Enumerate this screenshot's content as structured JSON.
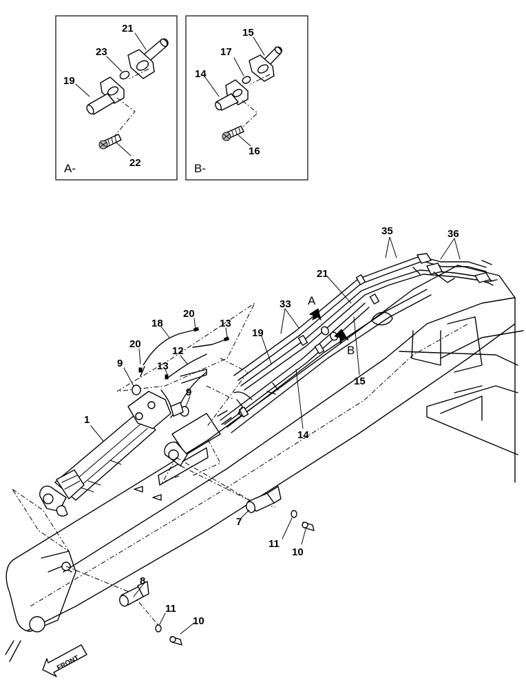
{
  "inset_a": {
    "caption": "A-",
    "labels": {
      "p21": "21",
      "p23": "23",
      "p19": "19",
      "p22": "22"
    }
  },
  "inset_b": {
    "caption": "B-",
    "labels": {
      "p15": "15",
      "p17": "17",
      "p14": "14",
      "p16": "16"
    }
  },
  "view_markers": {
    "a": "A",
    "b": "B"
  },
  "part_labels": {
    "p35": "35",
    "p36": "36",
    "p21": "21",
    "p33": "33",
    "p19": "19",
    "p15": "15",
    "p14": "14",
    "p18": "18",
    "p20a": "20",
    "p20b": "20",
    "p13a": "13",
    "p13b": "13",
    "p12": "12",
    "p9a": "9",
    "p9b": "9",
    "p1": "1",
    "p7": "7",
    "p11a": "11",
    "p10a": "10",
    "p8": "8",
    "p11b": "11",
    "p10b": "10"
  },
  "front_arrow": "FRONT"
}
